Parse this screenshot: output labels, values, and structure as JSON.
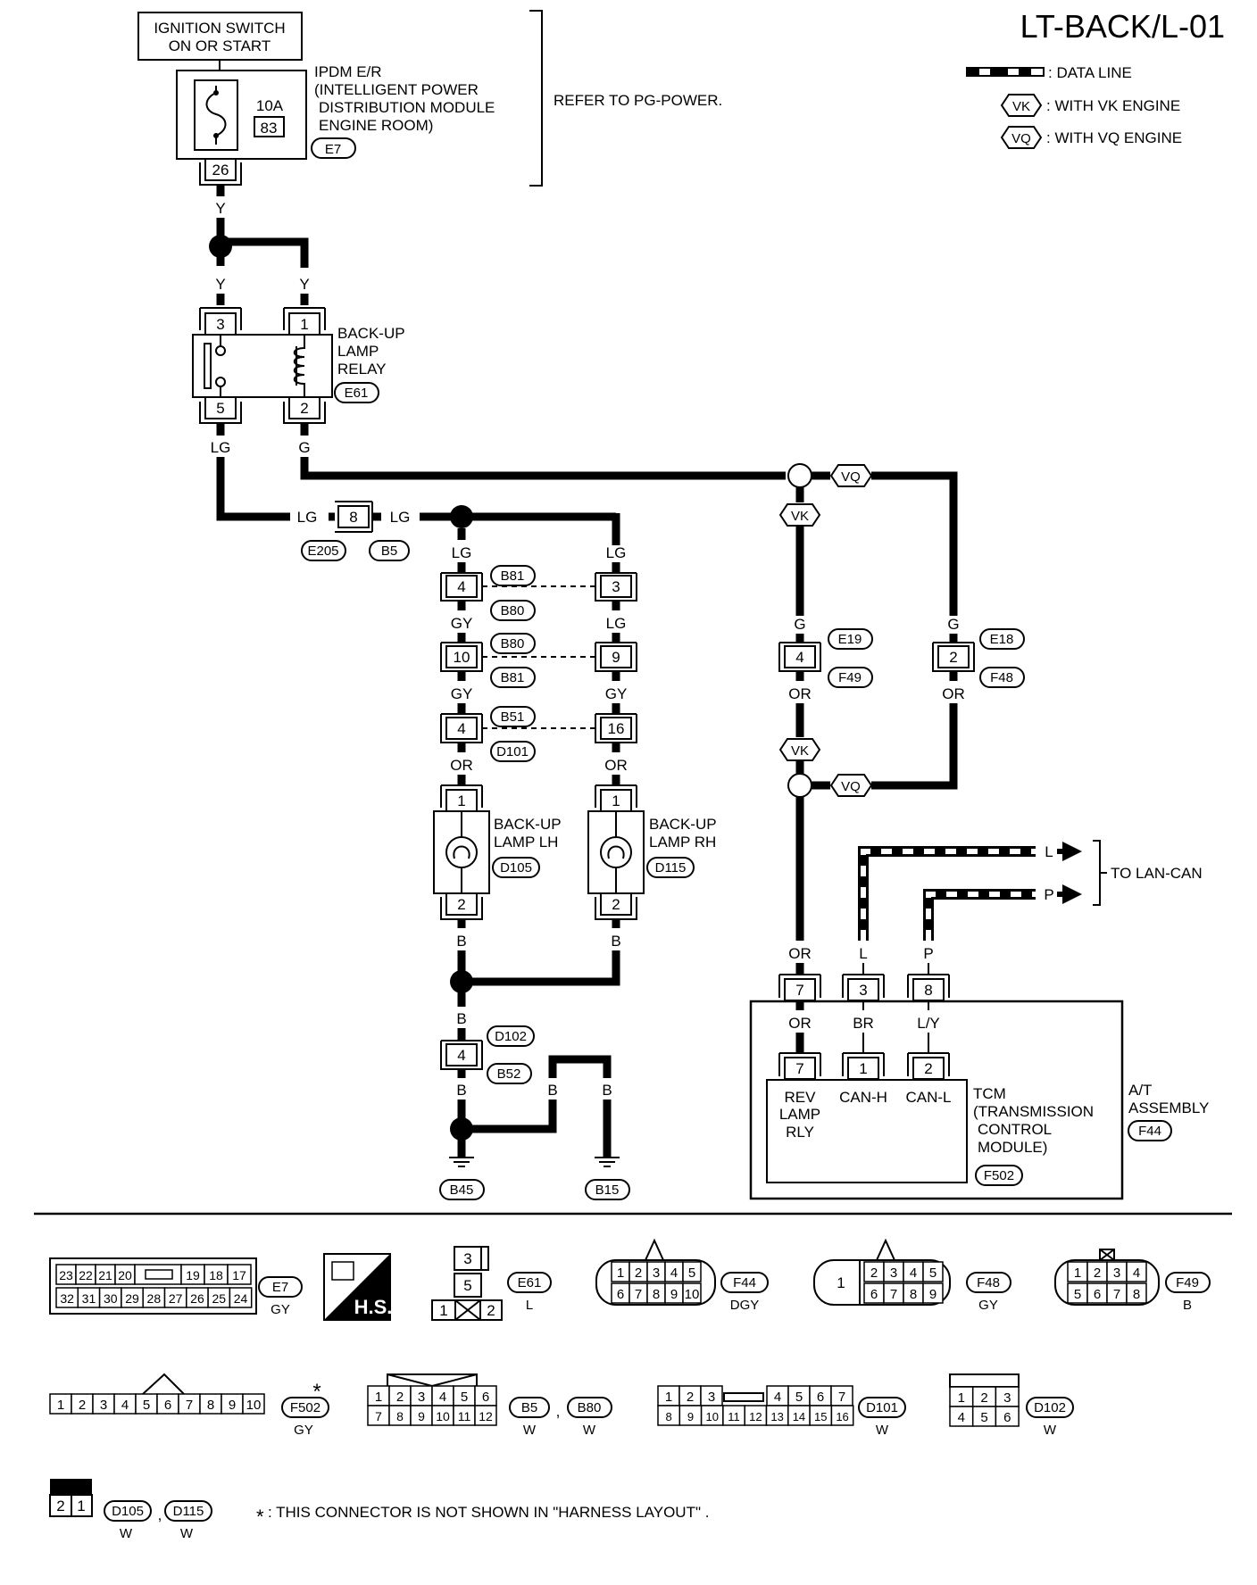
{
  "header": {
    "page_id": "LT-BACK/L-01",
    "legend": {
      "data_line": ": DATA LINE",
      "vk_tag": "VK",
      "vk_text": ": WITH VK ENGINE",
      "vq_tag": "VQ",
      "vq_text": ": WITH VQ ENGINE"
    }
  },
  "power": {
    "ignition_line1": "IGNITION SWITCH",
    "ignition_line2": "ON OR START",
    "ipdm_line1": "IPDM E/R",
    "ipdm_line2": "(INTELLIGENT POWER",
    "ipdm_line3": "DISTRIBUTION MODULE",
    "ipdm_line4": "ENGINE ROOM)",
    "ipdm_connector": "E7",
    "fuse_rating": "10A",
    "fuse_number": "83",
    "ipdm_pin": "26",
    "refer_text": "REFER TO PG-POWER."
  },
  "relay": {
    "label_line1": "BACK-UP",
    "label_line2": "LAMP",
    "label_line3": "RELAY",
    "connector": "E61",
    "pins": [
      "3",
      "1",
      "5",
      "2"
    ]
  },
  "wires": {
    "y": "Y",
    "lg": "LG",
    "g": "G",
    "gy": "GY",
    "or": "OR",
    "b": "B",
    "l": "L",
    "p": "P",
    "br": "BR",
    "ly": "L/Y"
  },
  "inline_connectors": {
    "e205_pin": "8",
    "e205": "E205",
    "b5": "B5",
    "b81": "B81",
    "b80": "B80",
    "pin_4": "4",
    "pin_3": "3",
    "pin_10": "10",
    "pin_9": "9",
    "b51": "B51",
    "d101": "D101",
    "pin_16": "16",
    "e19": "E19",
    "f49": "F49",
    "e18": "E18",
    "f48": "F48",
    "pin_2": "2",
    "d102": "D102",
    "b52": "B52"
  },
  "lamps": {
    "lh_line1": "BACK-UP",
    "lh_line2": "LAMP LH",
    "lh_connector": "D105",
    "rh_line1": "BACK-UP",
    "rh_line2": "LAMP RH",
    "rh_connector": "D115",
    "pin_1": "1",
    "pin_2": "2"
  },
  "grounds": {
    "g1": "B45",
    "g2": "B15"
  },
  "tcm": {
    "to_lan_can": "TO LAN-CAN",
    "at_line1": "A/T",
    "at_line2": "ASSEMBLY",
    "at_connector": "F44",
    "tcm_line1": "TCM",
    "tcm_line2": "(TRANSMISSION",
    "tcm_line3": "CONTROL",
    "tcm_line4": "MODULE)",
    "tcm_connector": "F502",
    "outer_pins": [
      "7",
      "3",
      "8"
    ],
    "inner_pins": [
      "7",
      "1",
      "2"
    ],
    "rev_line1": "REV",
    "rev_line2": "LAMP",
    "rev_line3": "RLY",
    "can_h": "CAN-H",
    "can_l": "CAN-L"
  },
  "connector_views": {
    "e7_row1": [
      "23",
      "22",
      "21",
      "20",
      "",
      "19",
      "18",
      "17"
    ],
    "e7_row2": [
      "32",
      "31",
      "30",
      "29",
      "28",
      "27",
      "26",
      "25",
      "24"
    ],
    "e7_id": "E7",
    "e7_color": "GY",
    "hs_text": "H.S.",
    "e61_pins": [
      "3",
      "5",
      "1",
      "2"
    ],
    "e61_id": "E61",
    "e61_color": "L",
    "f44_row1": [
      "1",
      "2",
      "3",
      "4",
      "5"
    ],
    "f44_row2": [
      "6",
      "7",
      "8",
      "9",
      "10"
    ],
    "f44_id": "F44",
    "f44_color": "DGY",
    "f48_big": "1",
    "f48_row1": [
      "2",
      "3",
      "4",
      "5"
    ],
    "f48_row2": [
      "6",
      "7",
      "8",
      "9"
    ],
    "f48_id": "F48",
    "f48_color": "GY",
    "f49_row1": [
      "1",
      "2",
      "3",
      "4"
    ],
    "f49_row2": [
      "5",
      "6",
      "7",
      "8"
    ],
    "f49_id": "F49",
    "f49_color": "B",
    "f502_pins": [
      "1",
      "2",
      "3",
      "4",
      "5",
      "6",
      "7",
      "8",
      "9",
      "10"
    ],
    "f502_id": "F502",
    "f502_color": "GY",
    "f502_star": "*",
    "b5_row1": [
      "1",
      "2",
      "3",
      "4",
      "5",
      "6"
    ],
    "b5_row2": [
      "7",
      "8",
      "9",
      "10",
      "11",
      "12"
    ],
    "b5_id": "B5",
    "b5_color": "W",
    "b80_id": "B80",
    "b80_color": "W",
    "d101_row1a": [
      "1",
      "2",
      "3"
    ],
    "d101_row1b": [
      "4",
      "5",
      "6",
      "7"
    ],
    "d101_row2": [
      "8",
      "9",
      "10",
      "11",
      "12",
      "13",
      "14",
      "15",
      "16"
    ],
    "d101_id": "D101",
    "d101_color": "W",
    "d102_row1": [
      "1",
      "2",
      "3"
    ],
    "d102_row2": [
      "4",
      "5",
      "6"
    ],
    "d102_id": "D102",
    "d102_color": "W",
    "d105_pins": [
      "2",
      "1"
    ],
    "d105_id": "D105",
    "d105_color": "W",
    "d115_id": "D115",
    "d115_color": "W",
    "comma": ","
  },
  "footnote": {
    "star": "*",
    "text": ": THIS CONNECTOR IS NOT SHOWN IN \"HARNESS LAYOUT\" ."
  }
}
